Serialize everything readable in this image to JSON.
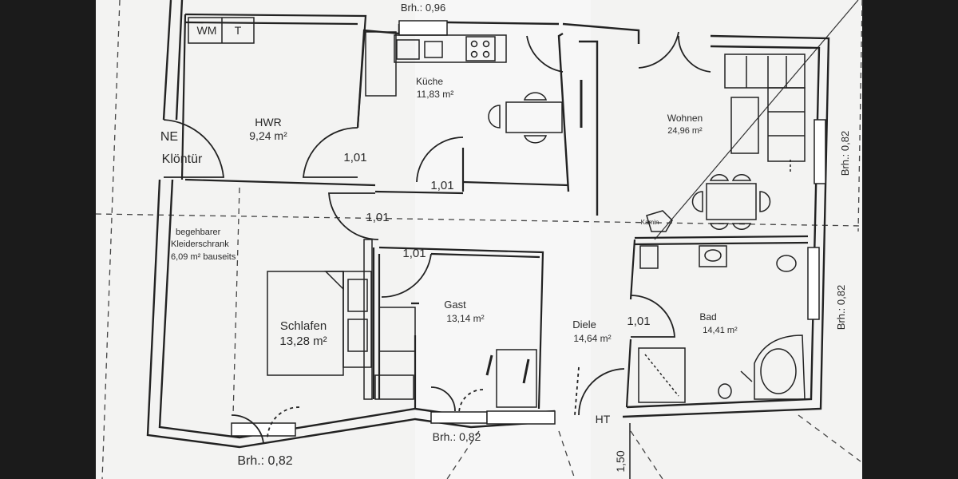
{
  "rooms": {
    "hwr": {
      "name": "HWR",
      "area": "9,24 m²"
    },
    "kueche": {
      "name": "Küche",
      "area": "11,83 m²"
    },
    "wohnen": {
      "name": "Wohnen",
      "area": "24,96 m²"
    },
    "schlafen": {
      "name": "Schlafen",
      "area": "13,28 m²"
    },
    "gast": {
      "name": "Gast",
      "area": "13,14 m²"
    },
    "diele": {
      "name": "Diele",
      "area": "14,64 m²"
    },
    "bad": {
      "name": "Bad",
      "area": "14,41 m²"
    }
  },
  "closet": {
    "line1": "begehbarer",
    "line2": "Kleiderschrank",
    "line3": "6,09 m² bauseits"
  },
  "fixtures": {
    "washer": "WM",
    "dryer": "T",
    "fireplace": "Kamin",
    "ht": "HT"
  },
  "ne": {
    "line1": "NE",
    "line2": "Klöntür"
  },
  "door_widths": {
    "hwr": "1,01",
    "kueche": "1,01",
    "flur": "1,01",
    "schlafen": "1,01",
    "bad": "1,01"
  },
  "sill_heights": {
    "top": "Brh.: 0,96",
    "right_upper": "Brh.: 0,82",
    "right_lower": "Brh.: 0,82",
    "bottom_gast": "Brh.: 0,82",
    "bottom_schlafen": "Brh.: 0,82",
    "front_door": "1,50"
  }
}
